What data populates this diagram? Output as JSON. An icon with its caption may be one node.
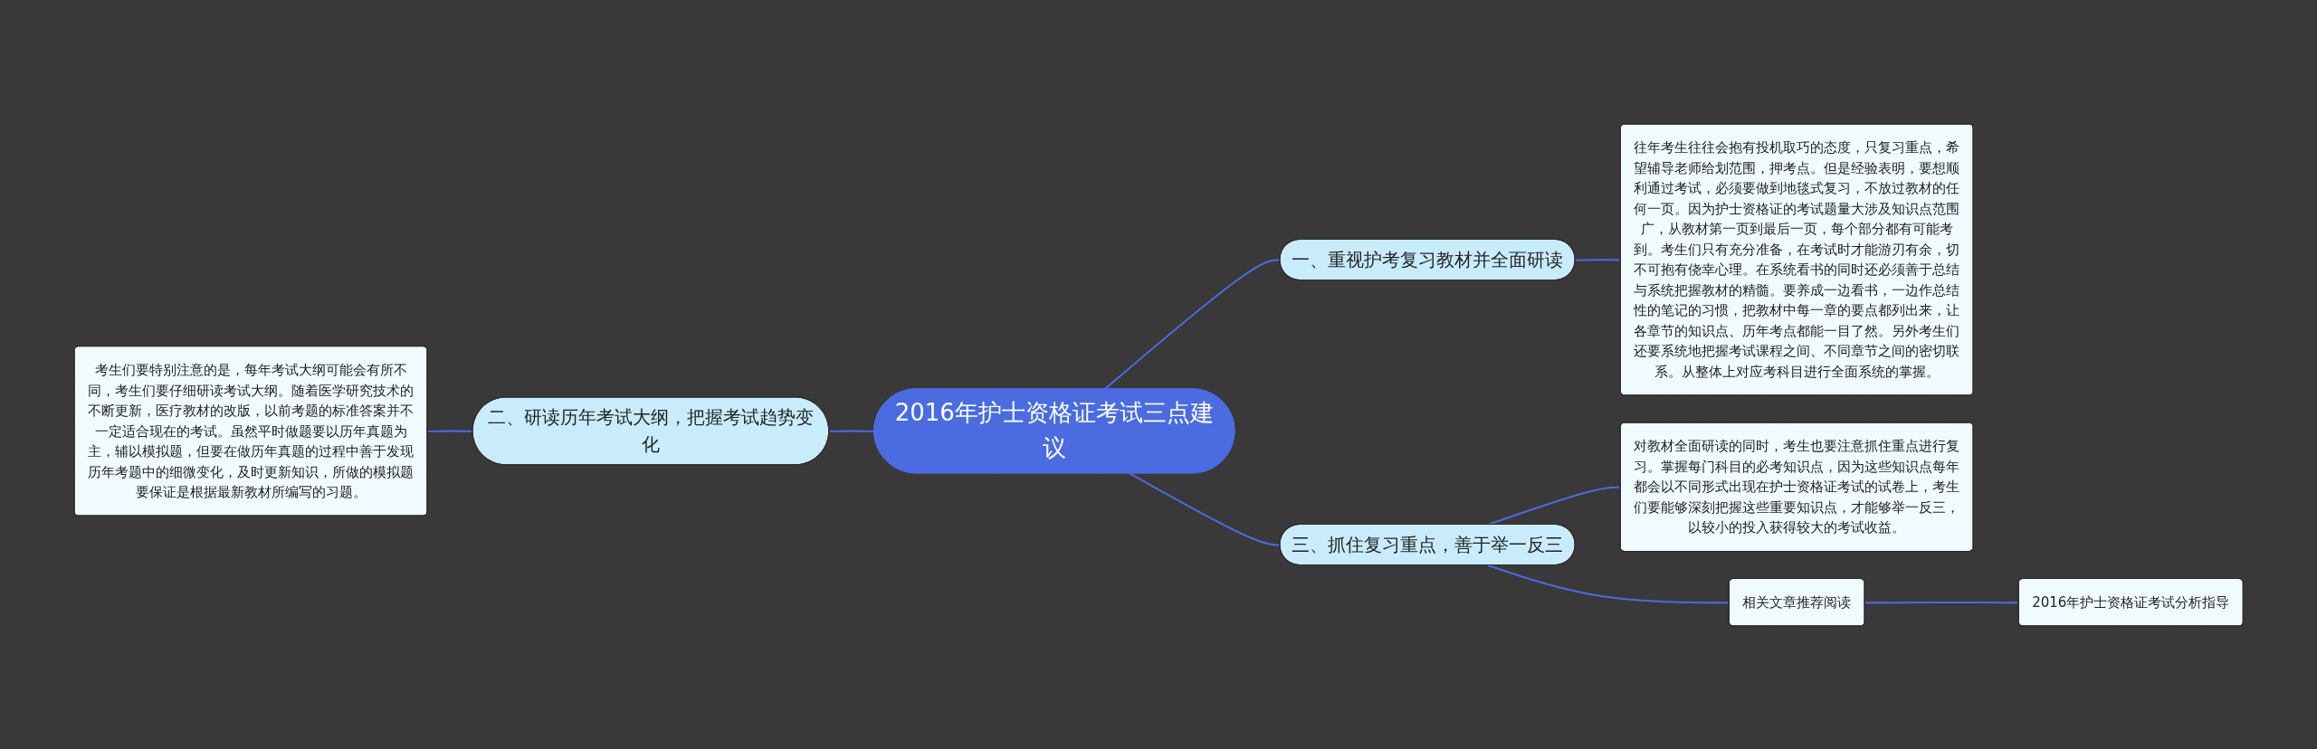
{
  "diagram": {
    "nodes": [
      {
        "text": [
          "2016年护士资格证考试三点建议"
        ]
      },
      {
        "text": [
          "一、重视护考复习教材并全面研读"
        ]
      },
      {
        "text": [
          "往年考生往往会抱有投机取巧的态度，只复习重点，希望辅导老师给划范围，押考点。但是经验表明，要想顺利通过考试，必须要做到地毯式复习，不放过教材的任何一页。因为护士资格证的考试题量大涉及知识点范围广，从教材第一页到最后一页，每个部分都有可能考到。考生们只有充分准备，在考试时才能游刃有余，切不可抱有侥幸心理。在系统看书的同时还必须善于总结与系统把握教材的精髓。要养成一边看书，一边作总结性的笔记的习惯，把教材中每一章的要点都列出来，让各章节的知识点、历年考点都能一目了然。另外考生们还要系统地把握考试课程之间、不同章节之间的密切联系。从整体上对应考科目进行全面系统的掌握。"
        ]
      },
      {
        "text": [
          "二、研读历年考试大纲，把握考试趋势变化"
        ]
      },
      {
        "text": [
          "考生们要特别注意的是，每年考试大纲可能会有所不同，考生们要仔细研读考试大纲。随着医学研究技术的不断更新，医疗教材的改版，以前考题的标准答案并不一定适合现在的考试。虽然平时做题要以历年真题为主，辅以模拟题，但要在做历年真题的过程中善于发现历年考题中的细微变化，及时更新知识，所做的模拟题要保证是根据最新教材所编写的习题。"
        ]
      },
      {
        "text": [
          "三、抓住复习重点，善于举一反三"
        ]
      },
      {
        "text": [
          "对教材全面研读的同时，考生也要注意抓住重点进行复习。掌握每门科目的必考知识点，因为这些知识点每年都会以不同形式出现在护士资格证考试的试卷上，考生们要能够深刻把握这些重要知识点，才能够举一反三，以较小的投入获得较大的考试收益。"
        ]
      },
      {
        "text": [
          "相关文章推荐阅读"
        ]
      },
      {
        "text": [
          "2016年护士资格证考试分析指导"
        ]
      }
    ],
    "edges": [
      {
        "from": 0,
        "to": 1,
        "arrow": "none"
      },
      {
        "from": 1,
        "to": 2,
        "arrow": "none"
      },
      {
        "from": 4,
        "to": 3,
        "arrow": "none"
      },
      {
        "from": 3,
        "to": 0,
        "arrow": "none"
      },
      {
        "from": 0,
        "to": 5,
        "arrow": "none"
      },
      {
        "from": 5,
        "to": 6,
        "arrow": "none"
      },
      {
        "from": 5,
        "to": 7,
        "arrow": "none"
      },
      {
        "from": 7,
        "to": 8,
        "arrow": "none"
      }
    ]
  }
}
